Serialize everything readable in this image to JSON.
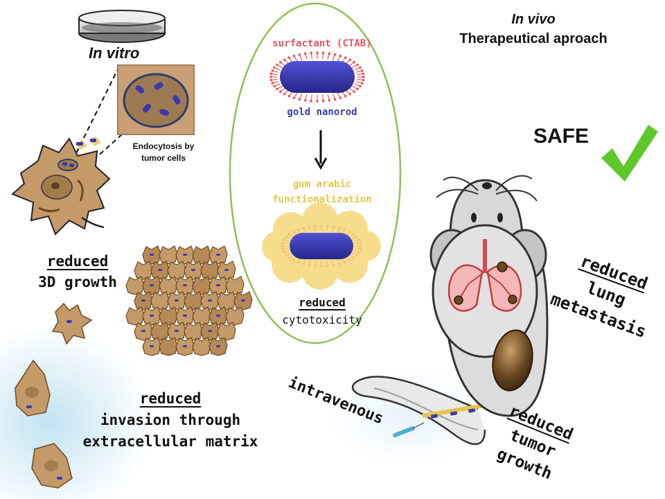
{
  "in_vitro": {
    "title": "In vitro",
    "endocytosis_line1": "Endocytosis by",
    "endocytosis_line2": "tumor cells",
    "growth_heading": "reduced",
    "growth_text": "3D growth",
    "invasion_heading": "reduced",
    "invasion_line1": "invasion through",
    "invasion_line2": "extracellular matrix"
  },
  "center_panel": {
    "surfactant_label": "surfactant (CTAB)",
    "nanorod_label": "gold nanorod",
    "gum_line1": "gum arabic",
    "gum_line2": "functionalization",
    "cytotox_heading": "reduced",
    "cytotox_text": "cytotoxicity",
    "colors": {
      "surfactant": "#e8545c",
      "nanorod": "#3a3ab0",
      "gum": "#e8c547",
      "ellipse": "#8cc152"
    }
  },
  "in_vivo": {
    "title": "In vivo",
    "subtitle": "Therapeutical aproach",
    "safe_label": "SAFE",
    "check_icon": "checkmark-icon",
    "lung_heading": "reduced",
    "lung_line1": "lung",
    "lung_line2": "metastasis",
    "route_label": "intravenous",
    "tumor_heading": "reduced",
    "tumor_line1": "tumor",
    "tumor_line2": "growth",
    "colors": {
      "check": "#5cc82a"
    }
  }
}
